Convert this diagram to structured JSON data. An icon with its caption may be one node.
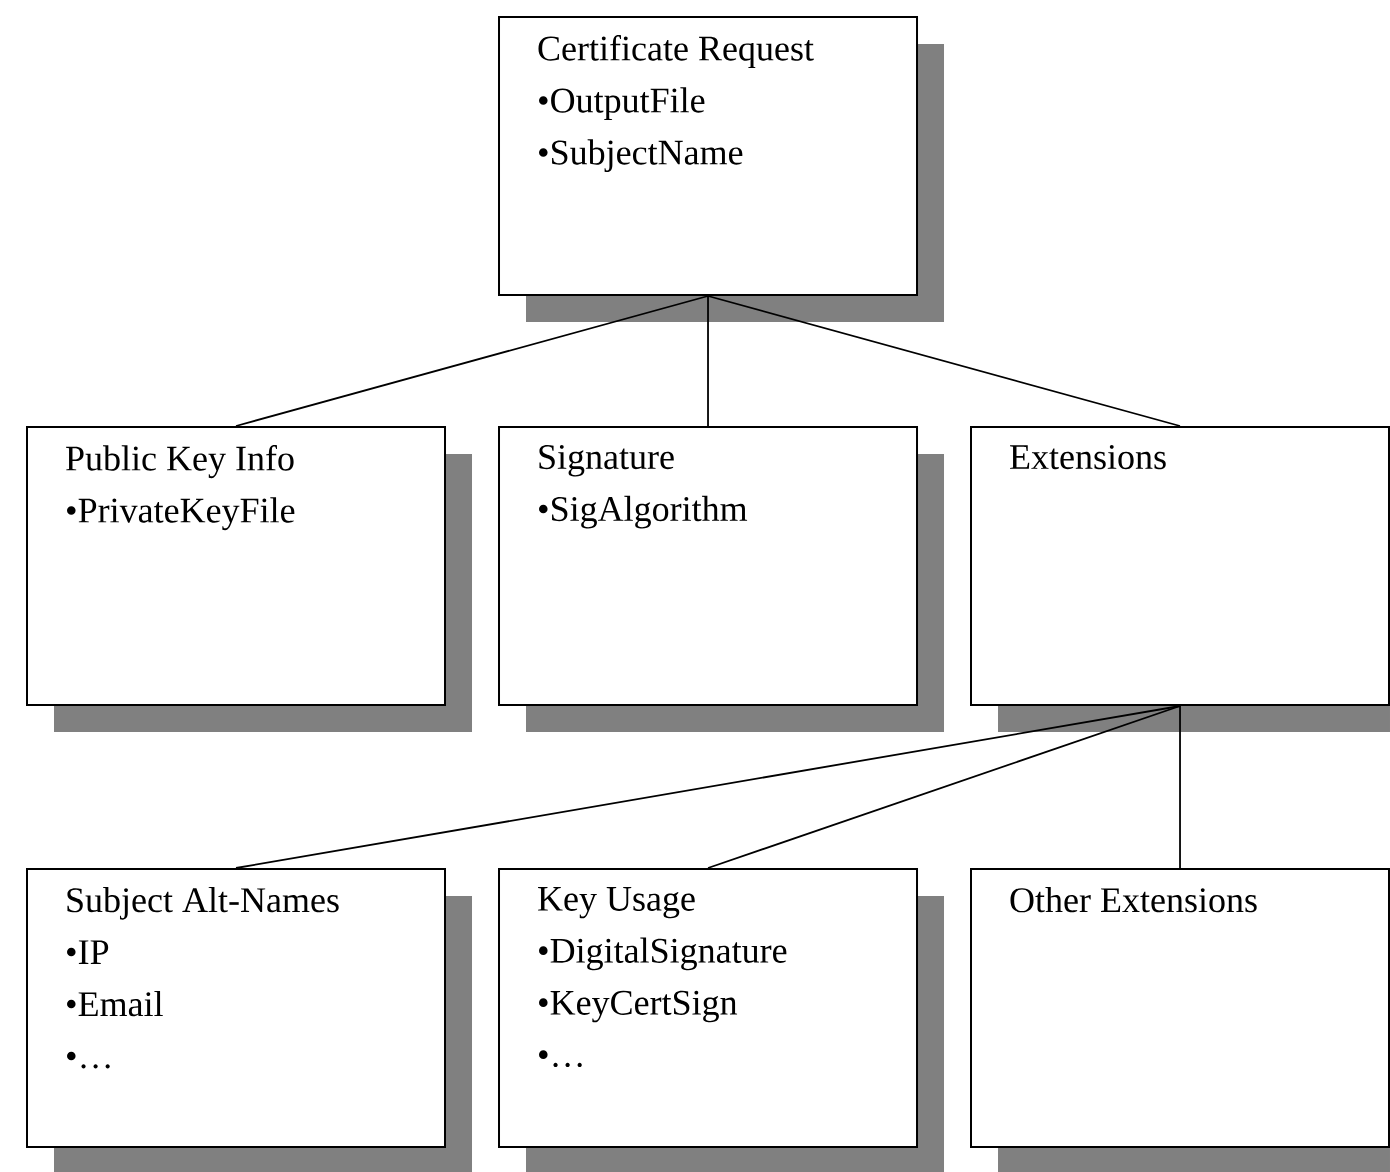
{
  "diagram": {
    "nodes": [
      {
        "text": [
          "Certificate Request",
          "•OutputFile",
          "•SubjectName"
        ]
      },
      {
        "text": [
          "Public Key Info",
          "•PrivateKeyFile"
        ]
      },
      {
        "text": [
          "Signature",
          "•SigAlgorithm"
        ]
      },
      {
        "text": [
          "Extensions"
        ]
      },
      {
        "text": [
          "Subject Alt-Names",
          "•IP",
          "•Email",
          "•…"
        ]
      },
      {
        "text": [
          "Key Usage",
          "•DigitalSignature",
          "•KeyCertSign",
          "•…"
        ]
      },
      {
        "text": [
          "Other Extensions"
        ]
      }
    ],
    "edges": [
      {
        "from": 0,
        "to": 1,
        "arrow": "none"
      },
      {
        "from": 0,
        "to": 2,
        "arrow": "none"
      },
      {
        "from": 0,
        "to": 3,
        "arrow": "none"
      },
      {
        "from": 3,
        "to": 4,
        "arrow": "none"
      },
      {
        "from": 3,
        "to": 5,
        "arrow": "none"
      },
      {
        "from": 3,
        "to": 6,
        "arrow": "none"
      }
    ]
  }
}
